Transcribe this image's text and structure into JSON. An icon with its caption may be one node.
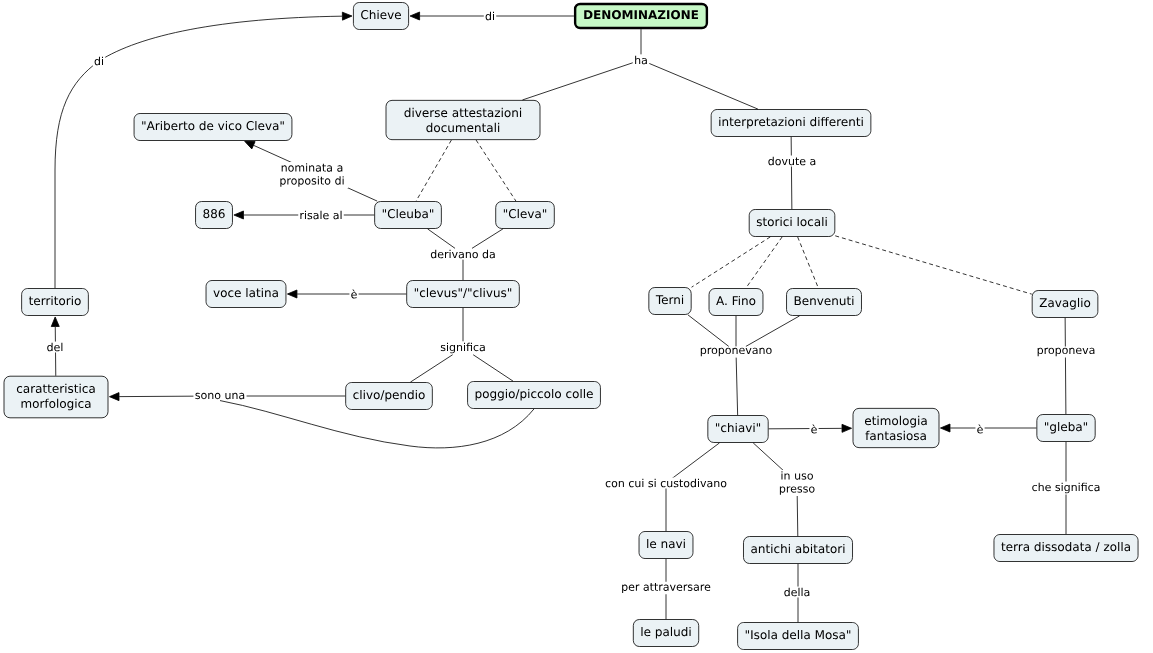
{
  "diagram": {
    "nodes": [
      {
        "text": [
          "Chieve"
        ]
      },
      {
        "text": [
          "DENOMINAZIONE"
        ]
      },
      {
        "text": [
          "ha"
        ]
      },
      {
        "text": [
          "diverse attestazioni documentali"
        ]
      },
      {
        "text": [
          "interpretazioni differenti"
        ]
      },
      {
        "text": [
          "\"Ariberto de vico Cleva\""
        ]
      },
      {
        "text": [
          "886"
        ]
      },
      {
        "text": [
          "\"Cleuba\""
        ]
      },
      {
        "text": [
          "\"Cleva\""
        ]
      },
      {
        "text": [
          "storici locali"
        ]
      },
      {
        "text": [
          "derivano da"
        ]
      },
      {
        "text": [
          "territorio"
        ]
      },
      {
        "text": [
          "voce latina"
        ]
      },
      {
        "text": [
          "\"clevus\"/\"clivus\""
        ]
      },
      {
        "text": [
          "Terni"
        ]
      },
      {
        "text": [
          "A. Fino"
        ]
      },
      {
        "text": [
          "Benvenuti"
        ]
      },
      {
        "text": [
          "Zavaglio"
        ]
      },
      {
        "text": [
          "significa"
        ]
      },
      {
        "text": [
          "proponevano"
        ]
      },
      {
        "text": [
          "caratteristica morfologica"
        ]
      },
      {
        "text": [
          "sono una"
        ]
      },
      {
        "text": [
          "clivo/pendio"
        ]
      },
      {
        "text": [
          "poggio/piccolo colle"
        ]
      },
      {
        "text": [
          "\"chiavi\""
        ]
      },
      {
        "text": [
          "etimologia fantasiosa"
        ]
      },
      {
        "text": [
          "\"gleba\""
        ]
      },
      {
        "text": [
          "le navi"
        ]
      },
      {
        "text": [
          "antichi abitatori"
        ]
      },
      {
        "text": [
          "terra dissodata / zolla"
        ]
      },
      {
        "text": [
          "le paludi"
        ]
      },
      {
        "text": [
          "\"Isola della Mosa\""
        ]
      }
    ],
    "edges": [
      {
        "from": 1,
        "to": 0,
        "arrow": "to",
        "label": "di"
      },
      {
        "from": 11,
        "to": 0,
        "arrow": "to",
        "label": "di"
      },
      {
        "from": 1,
        "to": 2,
        "arrow": "none"
      },
      {
        "from": 2,
        "to": 3,
        "arrow": "none"
      },
      {
        "from": 2,
        "to": 4,
        "arrow": "none"
      },
      {
        "from": 3,
        "to": 7,
        "arrow": "none",
        "style": "dashed"
      },
      {
        "from": 3,
        "to": 8,
        "arrow": "none",
        "style": "dashed"
      },
      {
        "from": 7,
        "to": 5,
        "arrow": "to",
        "label": "nominata a proposito di"
      },
      {
        "from": 7,
        "to": 6,
        "arrow": "to",
        "label": "risale al"
      },
      {
        "from": 4,
        "to": 9,
        "arrow": "none",
        "label": "dovute a"
      },
      {
        "from": 7,
        "to": 10,
        "arrow": "none"
      },
      {
        "from": 8,
        "to": 10,
        "arrow": "none"
      },
      {
        "from": 10,
        "to": 13,
        "arrow": "none"
      },
      {
        "from": 13,
        "to": 12,
        "arrow": "to",
        "label": "è"
      },
      {
        "from": 9,
        "to": 14,
        "arrow": "none",
        "style": "dashed"
      },
      {
        "from": 9,
        "to": 15,
        "arrow": "none",
        "style": "dashed"
      },
      {
        "from": 9,
        "to": 16,
        "arrow": "none",
        "style": "dashed"
      },
      {
        "from": 9,
        "to": 17,
        "arrow": "none",
        "style": "dashed"
      },
      {
        "from": 20,
        "to": 11,
        "arrow": "to",
        "label": "del"
      },
      {
        "from": 13,
        "to": 18,
        "arrow": "none"
      },
      {
        "from": 18,
        "to": 22,
        "arrow": "none"
      },
      {
        "from": 18,
        "to": 23,
        "arrow": "none"
      },
      {
        "from": 22,
        "to": 21,
        "arrow": "none"
      },
      {
        "from": 23,
        "to": 21,
        "arrow": "none"
      },
      {
        "from": 21,
        "to": 20,
        "arrow": "to"
      },
      {
        "from": 14,
        "to": 19,
        "arrow": "none"
      },
      {
        "from": 15,
        "to": 19,
        "arrow": "none"
      },
      {
        "from": 16,
        "to": 19,
        "arrow": "none"
      },
      {
        "from": 19,
        "to": 24,
        "arrow": "none"
      },
      {
        "from": 17,
        "to": 26,
        "arrow": "none",
        "label": "proponeva"
      },
      {
        "from": 24,
        "to": 25,
        "arrow": "to",
        "label": "è"
      },
      {
        "from": 26,
        "to": 25,
        "arrow": "to",
        "label": "è"
      },
      {
        "from": 24,
        "to": 27,
        "arrow": "none",
        "label": "con cui si custodivano"
      },
      {
        "from": 24,
        "to": 28,
        "arrow": "none",
        "label": "in uso presso"
      },
      {
        "from": 28,
        "to": 31,
        "arrow": "none",
        "label": "della"
      },
      {
        "from": 27,
        "to": 30,
        "arrow": "none",
        "label": "per attraversare"
      },
      {
        "from": 26,
        "to": 29,
        "arrow": "none",
        "label": "che significa"
      }
    ]
  }
}
